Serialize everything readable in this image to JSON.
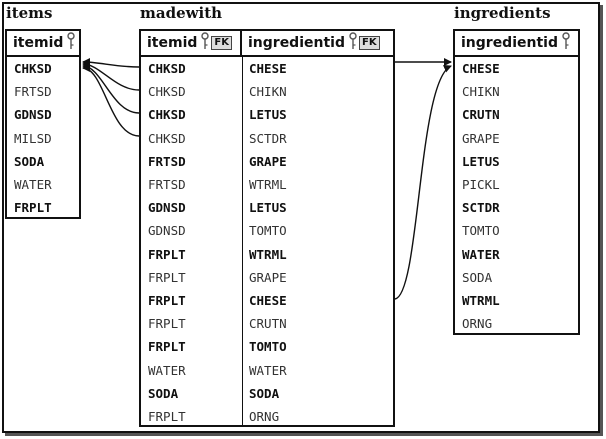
{
  "items": {
    "title": "items",
    "header": "itemid",
    "rows": [
      {
        "v": "CHKSD",
        "bold": true
      },
      {
        "v": "FRTSD",
        "bold": false
      },
      {
        "v": "GDNSD",
        "bold": true
      },
      {
        "v": "MILSD",
        "bold": false
      },
      {
        "v": "SODA",
        "bold": true
      },
      {
        "v": "WATER",
        "bold": false
      },
      {
        "v": "FRPLT",
        "bold": true
      }
    ]
  },
  "madewith": {
    "title": "madewith",
    "header_itemid": "itemid",
    "header_ingredientid": "ingredientid",
    "fk_label": "FK",
    "rows": [
      {
        "item": "CHKSD",
        "ing": "CHESE",
        "bold": true
      },
      {
        "item": "CHKSD",
        "ing": "CHIKN",
        "bold": false
      },
      {
        "item": "CHKSD",
        "ing": "LETUS",
        "bold": true
      },
      {
        "item": "CHKSD",
        "ing": "SCTDR",
        "bold": false
      },
      {
        "item": "FRTSD",
        "ing": "GRAPE",
        "bold": true
      },
      {
        "item": "FRTSD",
        "ing": "WTRML",
        "bold": false
      },
      {
        "item": "GDNSD",
        "ing": "LETUS",
        "bold": true
      },
      {
        "item": "GDNSD",
        "ing": "TOMTO",
        "bold": false
      },
      {
        "item": "FRPLT",
        "ing": "WTRML",
        "bold": true
      },
      {
        "item": "FRPLT",
        "ing": "GRAPE",
        "bold": false
      },
      {
        "item": "FRPLT",
        "ing": "CHESE",
        "bold": true
      },
      {
        "item": "FRPLT",
        "ing": "CRUTN",
        "bold": false
      },
      {
        "item": "FRPLT",
        "ing": "TOMTO",
        "bold": true
      },
      {
        "item": "WATER",
        "ing": "WATER",
        "bold": false
      },
      {
        "item": "SODA",
        "ing": "SODA",
        "bold": true
      },
      {
        "item": "FRPLT",
        "ing": "ORNG",
        "bold": false
      }
    ]
  },
  "ingredients": {
    "title": "ingredients",
    "header": "ingredientid",
    "rows": [
      {
        "v": "CHESE",
        "bold": true
      },
      {
        "v": "CHIKN",
        "bold": false
      },
      {
        "v": "CRUTN",
        "bold": true
      },
      {
        "v": "GRAPE",
        "bold": false
      },
      {
        "v": "LETUS",
        "bold": true
      },
      {
        "v": "PICKL",
        "bold": false
      },
      {
        "v": "SCTDR",
        "bold": true
      },
      {
        "v": "TOMTO",
        "bold": false
      },
      {
        "v": "WATER",
        "bold": true
      },
      {
        "v": "SODA",
        "bold": false
      },
      {
        "v": "WTRML",
        "bold": true
      },
      {
        "v": "ORNG",
        "bold": false
      }
    ]
  },
  "icons": {
    "key": "key-icon",
    "fk": "foreign-key-icon",
    "arrow": "arrowhead"
  }
}
